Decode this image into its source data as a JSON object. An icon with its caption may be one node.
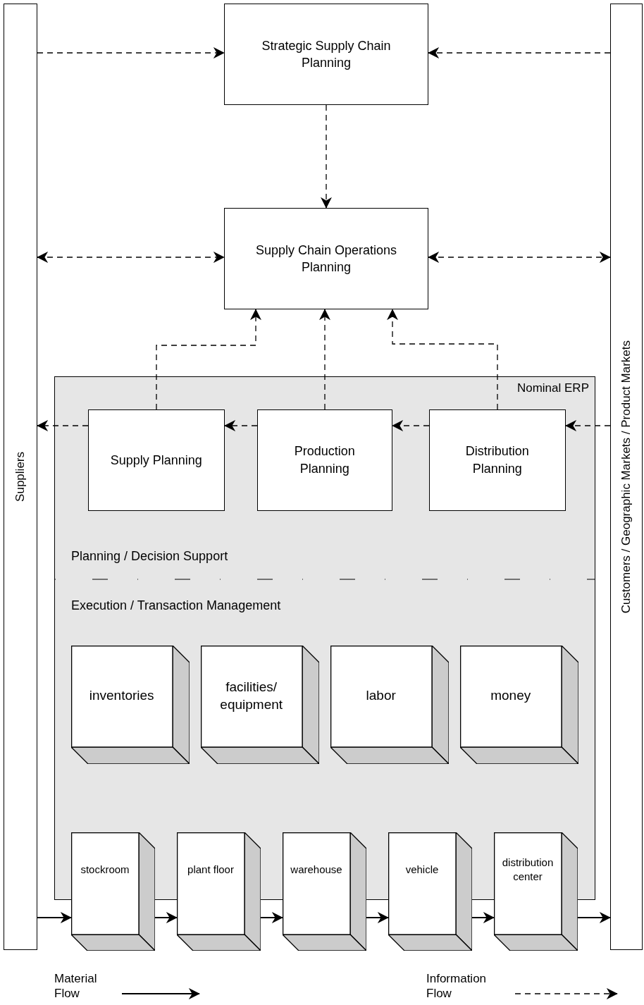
{
  "diagram": {
    "nodes": [
      {
        "text": [
          "Suppliers"
        ]
      },
      {
        "text": [
          "Customers / Geographic Markets / Product Markets"
        ]
      },
      {
        "text": [
          "Strategic Supply Chain Planning"
        ]
      },
      {
        "text": [
          "Supply Chain Operations Planning"
        ]
      },
      {
        "text": [
          "Nominal ERP"
        ]
      },
      {
        "text": [
          "Supply Planning"
        ],
        "in": 4
      },
      {
        "text": [
          "Production Planning"
        ],
        "in": 4
      },
      {
        "text": [
          "Distribution Planning"
        ],
        "in": 4
      },
      {
        "text": [
          "inventories"
        ],
        "in": 4
      },
      {
        "text": [
          "facilities/ equipment"
        ],
        "in": 4
      },
      {
        "text": [
          "labor"
        ],
        "in": 4
      },
      {
        "text": [
          "money"
        ],
        "in": 4
      },
      {
        "text": [
          "stockroom"
        ]
      },
      {
        "text": [
          "plant floor"
        ]
      },
      {
        "text": [
          "warehouse"
        ]
      },
      {
        "text": [
          "vehicle"
        ]
      },
      {
        "text": [
          "distribution center"
        ]
      }
    ],
    "edges": [
      {
        "from": 0,
        "to": 2,
        "arrow": "to",
        "style": "dashed"
      },
      {
        "from": 1,
        "to": 2,
        "arrow": "to",
        "style": "dashed"
      },
      {
        "from": 2,
        "to": 3,
        "arrow": "to",
        "style": "dashed"
      },
      {
        "from": 0,
        "to": 3,
        "arrow": "both",
        "style": "dashed"
      },
      {
        "from": 3,
        "to": 1,
        "arrow": "both",
        "style": "dashed"
      },
      {
        "from": 5,
        "to": 3,
        "arrow": "to",
        "style": "dashed"
      },
      {
        "from": 6,
        "to": 3,
        "arrow": "to",
        "style": "dashed"
      },
      {
        "from": 7,
        "to": 3,
        "arrow": "to",
        "style": "dashed"
      },
      {
        "from": 1,
        "to": 7,
        "arrow": "to",
        "style": "dashed"
      },
      {
        "from": 7,
        "to": 6,
        "arrow": "to",
        "style": "dashed"
      },
      {
        "from": 6,
        "to": 5,
        "arrow": "to",
        "style": "dashed"
      },
      {
        "from": 5,
        "to": 0,
        "arrow": "to",
        "style": "dashed"
      },
      {
        "from": 0,
        "to": 12,
        "arrow": "to"
      },
      {
        "from": 12,
        "to": 13,
        "arrow": "to"
      },
      {
        "from": 13,
        "to": 14,
        "arrow": "to"
      },
      {
        "from": 14,
        "to": 15,
        "arrow": "to"
      },
      {
        "from": 15,
        "to": 16,
        "arrow": "to"
      },
      {
        "from": 16,
        "to": 1,
        "arrow": "to"
      }
    ],
    "labels": [
      "Planning / Decision Support",
      "Execution / Transaction Management"
    ],
    "legend": [
      {
        "text": "Material Flow"
      },
      {
        "text": "Information Flow"
      }
    ]
  }
}
